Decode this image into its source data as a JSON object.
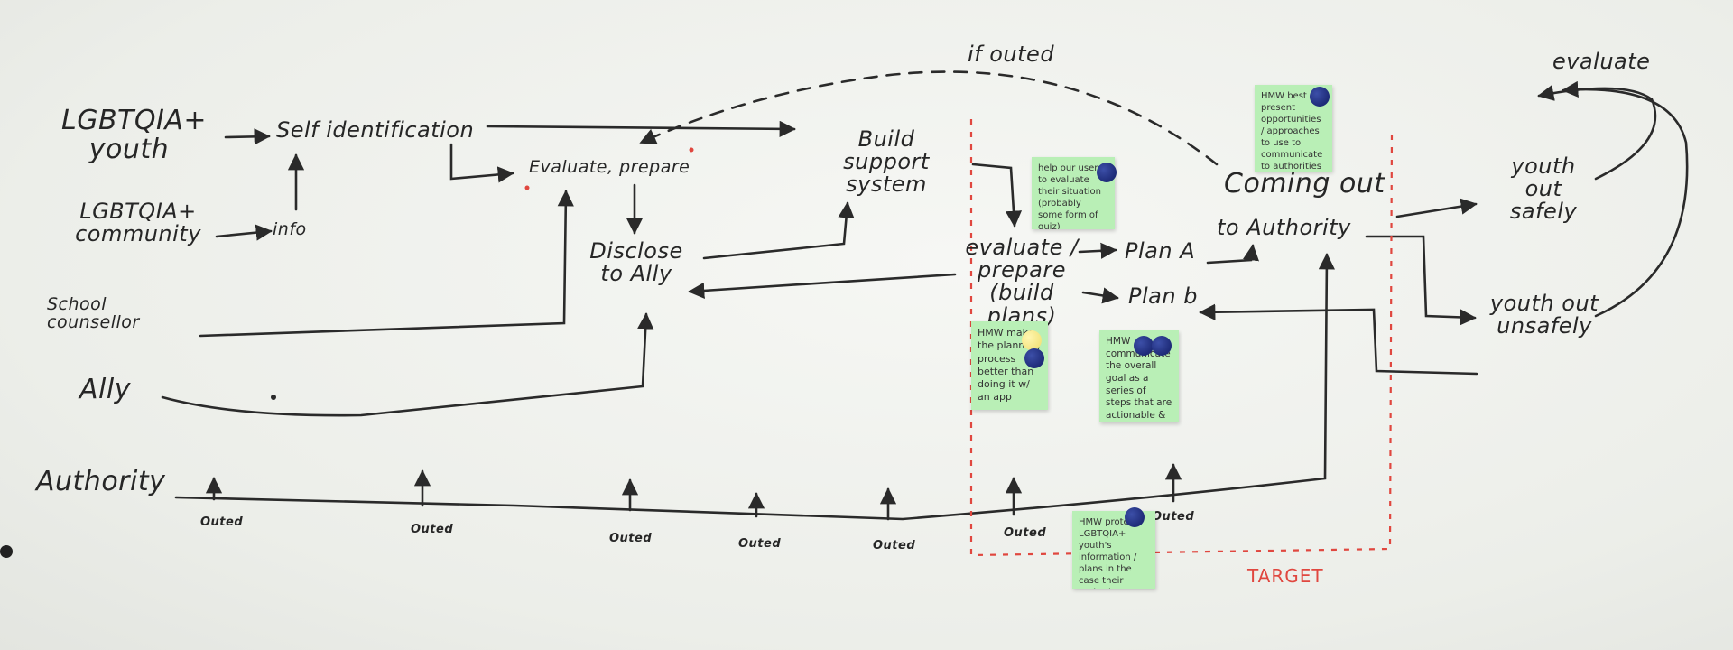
{
  "actors": {
    "youth": "LGBTQIA+ youth",
    "community": "LGBTQIA+ community",
    "counsellor": "School counsellor",
    "ally": "Ally",
    "authority": "Authority"
  },
  "steps": {
    "self_id": "Self identification",
    "info": "info",
    "evaluate1": "Evaluate, prepare",
    "disclose": "Disclose to Ally",
    "build": "Build support system",
    "evaluate2": "evaluate / prepare (build plans)",
    "plan_a": "Plan A",
    "plan_b": "Plan b",
    "coming_out": "Coming out",
    "to_authority": "to Authority",
    "safe": "youth out safely",
    "unsafe": "youth out unsafely",
    "evaluate3": "evaluate",
    "if_outed": "if outed"
  },
  "outed_label": "Outed",
  "target_label": "TARGET",
  "notes": {
    "n1": "help our users to evaluate their situation (probably some form of quiz)",
    "n2": "HMW best present opportunities / approaches to use to communicate to authorities when ready to come out?",
    "n3": "HMW make the planning process better than doing it w/ an app",
    "n4": "HMW communicate the overall goal as a series of steps that are actionable & achievable",
    "n5": "HMW protect LGBTQIA+ youth's information / plans in the case their authority comes across it?"
  },
  "colors": {
    "marker": "#2a2a2a",
    "target": "#e0473f",
    "sticky": "#b9efb6",
    "magnet": "#1e2b78"
  }
}
